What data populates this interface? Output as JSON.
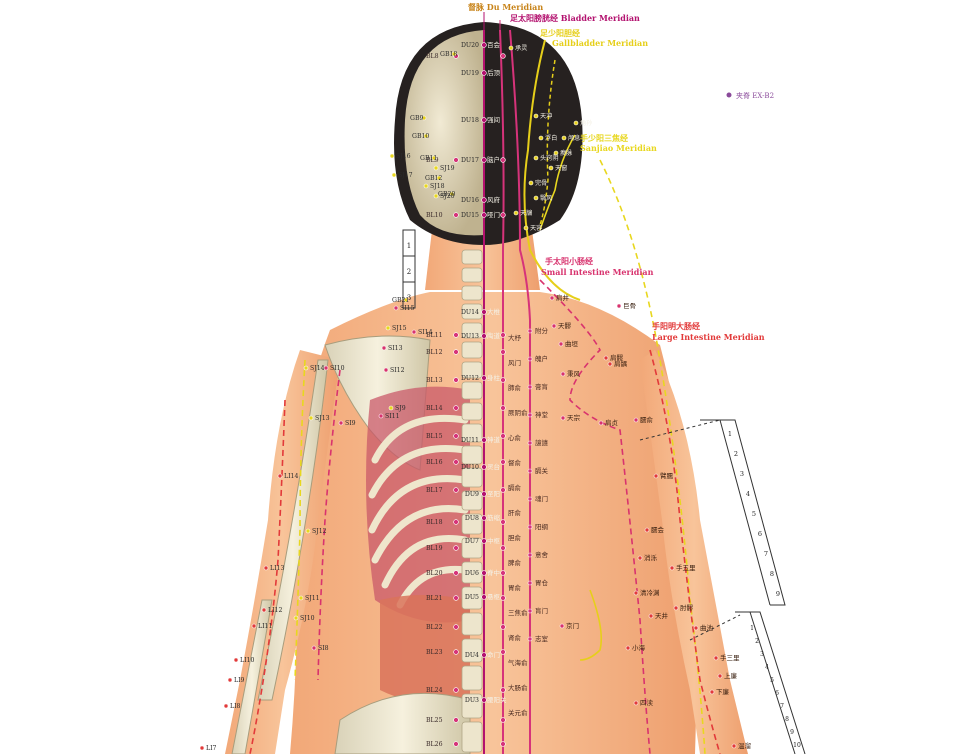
{
  "meridian_titles": {
    "du": "督脉 Du Meridian",
    "bladder": "足太阳膀胱经 Bladder Meridian",
    "gallbladder_cn": "足少阳胆经",
    "gallbladder_en": "Gallbladder Meridian",
    "sanjiao_cn": "手少阳三焦经",
    "sanjiao_en": "Sanjiao Meridian",
    "small_intestine_cn": "手太阳小肠经",
    "small_intestine_en": "Small Intestine Meridian",
    "large_intestine_cn": "手阳明大肠经",
    "large_intestine_en": "Large Intestine Meridian"
  },
  "extra_point": {
    "name": "夹脊 EX-B2"
  },
  "colors": {
    "du": "#b3126f",
    "bladder": "#d6337a",
    "gallbladder": "#e6cf1a",
    "sanjiao": "#e8d71f",
    "small_intestine": "#d8336e",
    "large_intestine": "#e23a3a",
    "extra": "#8a4a9a",
    "skin": "#f5b98c",
    "hair": "#262120"
  },
  "du_points": [
    "DU20",
    "DU19",
    "DU18",
    "DU17",
    "DU16",
    "DU15",
    "DU14",
    "DU13",
    "DU12",
    "DU11",
    "DU10",
    "DU9",
    "DU8",
    "DU7",
    "DU6",
    "DU5",
    "DU4",
    "DU3"
  ],
  "du_cn": [
    "百会",
    "后顶",
    "强间",
    "脑户",
    "风府",
    "哑门",
    "大椎",
    "陶道",
    "身柱",
    "神道",
    "灵台",
    "至阳",
    "筋缩",
    "中枢",
    "脊中",
    "悬枢",
    "命门",
    "腰阳关"
  ],
  "bladder_codes": [
    "BL8",
    "BL9",
    "BL10",
    "BL11",
    "BL12",
    "BL13",
    "BL14",
    "BL15",
    "BL16",
    "BL17",
    "BL18",
    "BL19",
    "BL20",
    "BL21",
    "BL22",
    "BL23",
    "BL24",
    "BL25",
    "BL26"
  ],
  "bladder_inner_cn": [
    "大杼",
    "风门",
    "肺俞",
    "厥阴俞",
    "心俞",
    "督俞",
    "膈俞",
    "肝俞",
    "胆俞",
    "脾俞",
    "胃俞",
    "三焦俞",
    "肾俞",
    "气海俞",
    "大肠俞",
    "关元俞"
  ],
  "bladder_outer_cn": [
    "附分",
    "魄户",
    "膏肓",
    "神堂",
    "譩譆",
    "膈关",
    "魂门",
    "阳纲",
    "意舍",
    "胃仓",
    "肓门",
    "志室"
  ],
  "head_right_cn": [
    "承灵",
    "天冲",
    "浮白",
    "头窍阴",
    "完骨",
    "翳风",
    "天牖",
    "天容",
    "天窗",
    "瘈脉",
    "颅息",
    "角孙"
  ],
  "gb_codes": [
    "GB18",
    "GB9",
    "GB10",
    "GB11",
    "GB12",
    "GB20",
    "GB21"
  ],
  "sj_codes": [
    "SJ16",
    "SJ17",
    "SJ18",
    "SJ19",
    "SJ20",
    "SJ15",
    "SJ14",
    "SJ13",
    "SJ12",
    "SJ11",
    "SJ10",
    "SJ9"
  ],
  "si_codes": [
    "SI15",
    "SI14",
    "SI13",
    "SI12",
    "SI11",
    "SI10",
    "SI9",
    "SI8"
  ],
  "li_codes": [
    "LI14",
    "LI13",
    "LI12",
    "LI11",
    "LI10",
    "LI9",
    "LI8",
    "LI7"
  ],
  "right_side_cn": [
    "肩井",
    "巨骨",
    "天髎",
    "曲垣",
    "秉风",
    "天宗",
    "肩贞",
    "臑俞",
    "肩髃",
    "臂臑",
    "肩髎",
    "臑会",
    "消泺",
    "清冷渊",
    "天井",
    "手五里",
    "肘髎",
    "曲池",
    "四渎",
    "小海",
    "手三里",
    "上廉",
    "下廉",
    "温溜",
    "京门"
  ],
  "ruler_top": [
    "1",
    "2",
    "3"
  ],
  "ruler_right": [
    "1",
    "2",
    "3",
    "4",
    "5",
    "6",
    "7",
    "8",
    "9"
  ],
  "ruler_right2": [
    "1",
    "2",
    "3",
    "4",
    "5",
    "6",
    "7",
    "8",
    "9",
    "10"
  ]
}
